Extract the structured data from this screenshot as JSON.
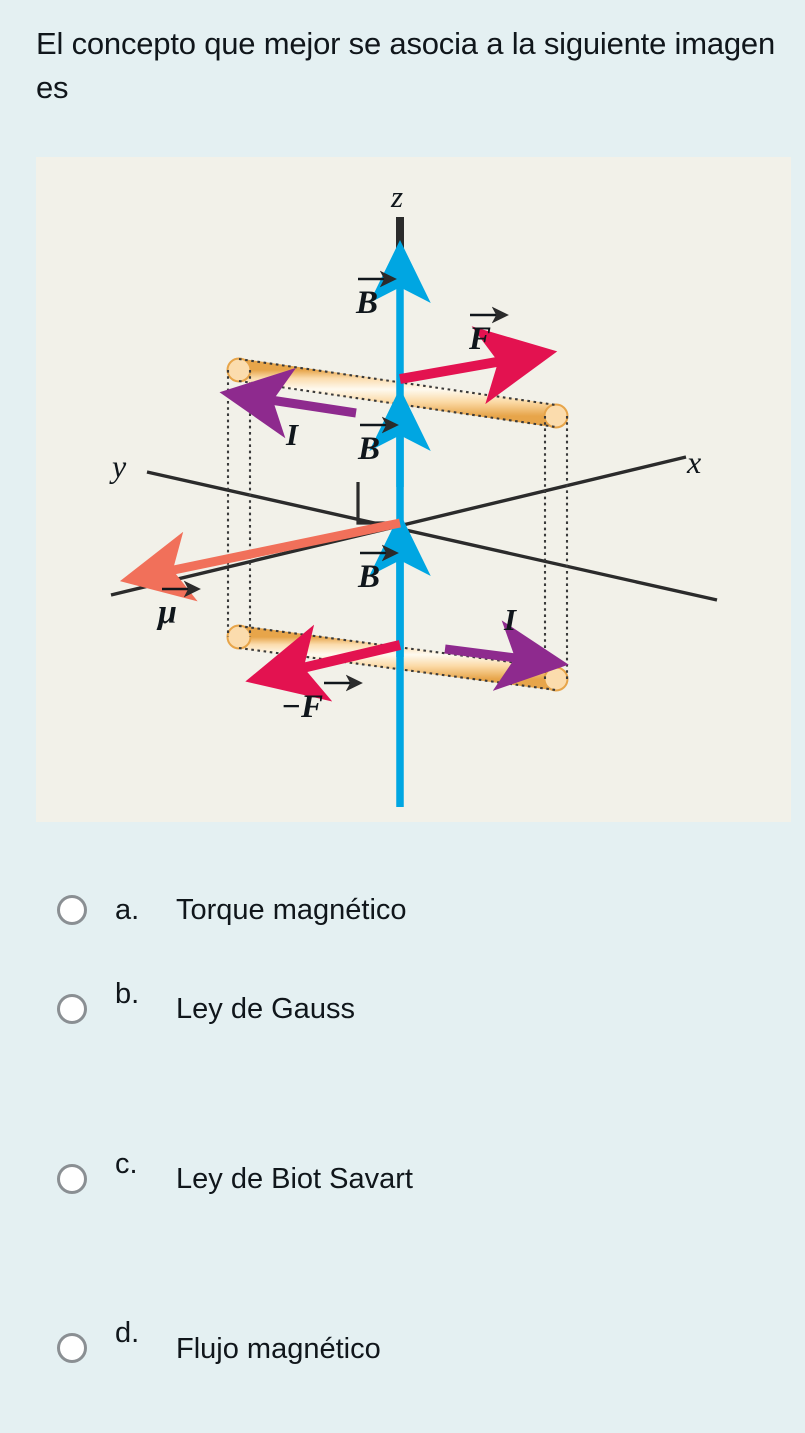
{
  "page": {
    "background_color": "#e4f0f2",
    "text_color": "#10161b"
  },
  "question": {
    "stem": "El concepto que mejor se asocia a la siguiente imagen es"
  },
  "figure": {
    "background_color": "#f2f1e9",
    "description": "Espira rectangular de corriente en un campo magnetico uniforme con ejes x, y, z",
    "colors": {
      "field_arrow": "#00a6e2",
      "force_arrow": "#e31250",
      "moment_arrow": "#f1705a",
      "current_arrow": "#8e2a8e",
      "loop_fill": "#fbe0b6",
      "loop_highlight": "#fdf3e1",
      "loop_edge": "#e9a94b",
      "axis": "#2b2b2b"
    },
    "labels": {
      "axis_z": "z",
      "axis_x": "x",
      "axis_y": "y",
      "field_top": "B",
      "field_middle": "B",
      "field_bottom": "B",
      "force_positive": "F",
      "force_negative": "−F",
      "magnetic_moment": "μ",
      "current_top": "I",
      "current_bottom": "I"
    }
  },
  "options": [
    {
      "letter": "a.",
      "text": "Torque magnético",
      "selected": false
    },
    {
      "letter": "b.",
      "text": "Ley de Gauss",
      "selected": false
    },
    {
      "letter": "c.",
      "text": "Ley de Biot Savart",
      "selected": false
    },
    {
      "letter": "d.",
      "text": "Flujo magnético",
      "selected": false
    }
  ]
}
